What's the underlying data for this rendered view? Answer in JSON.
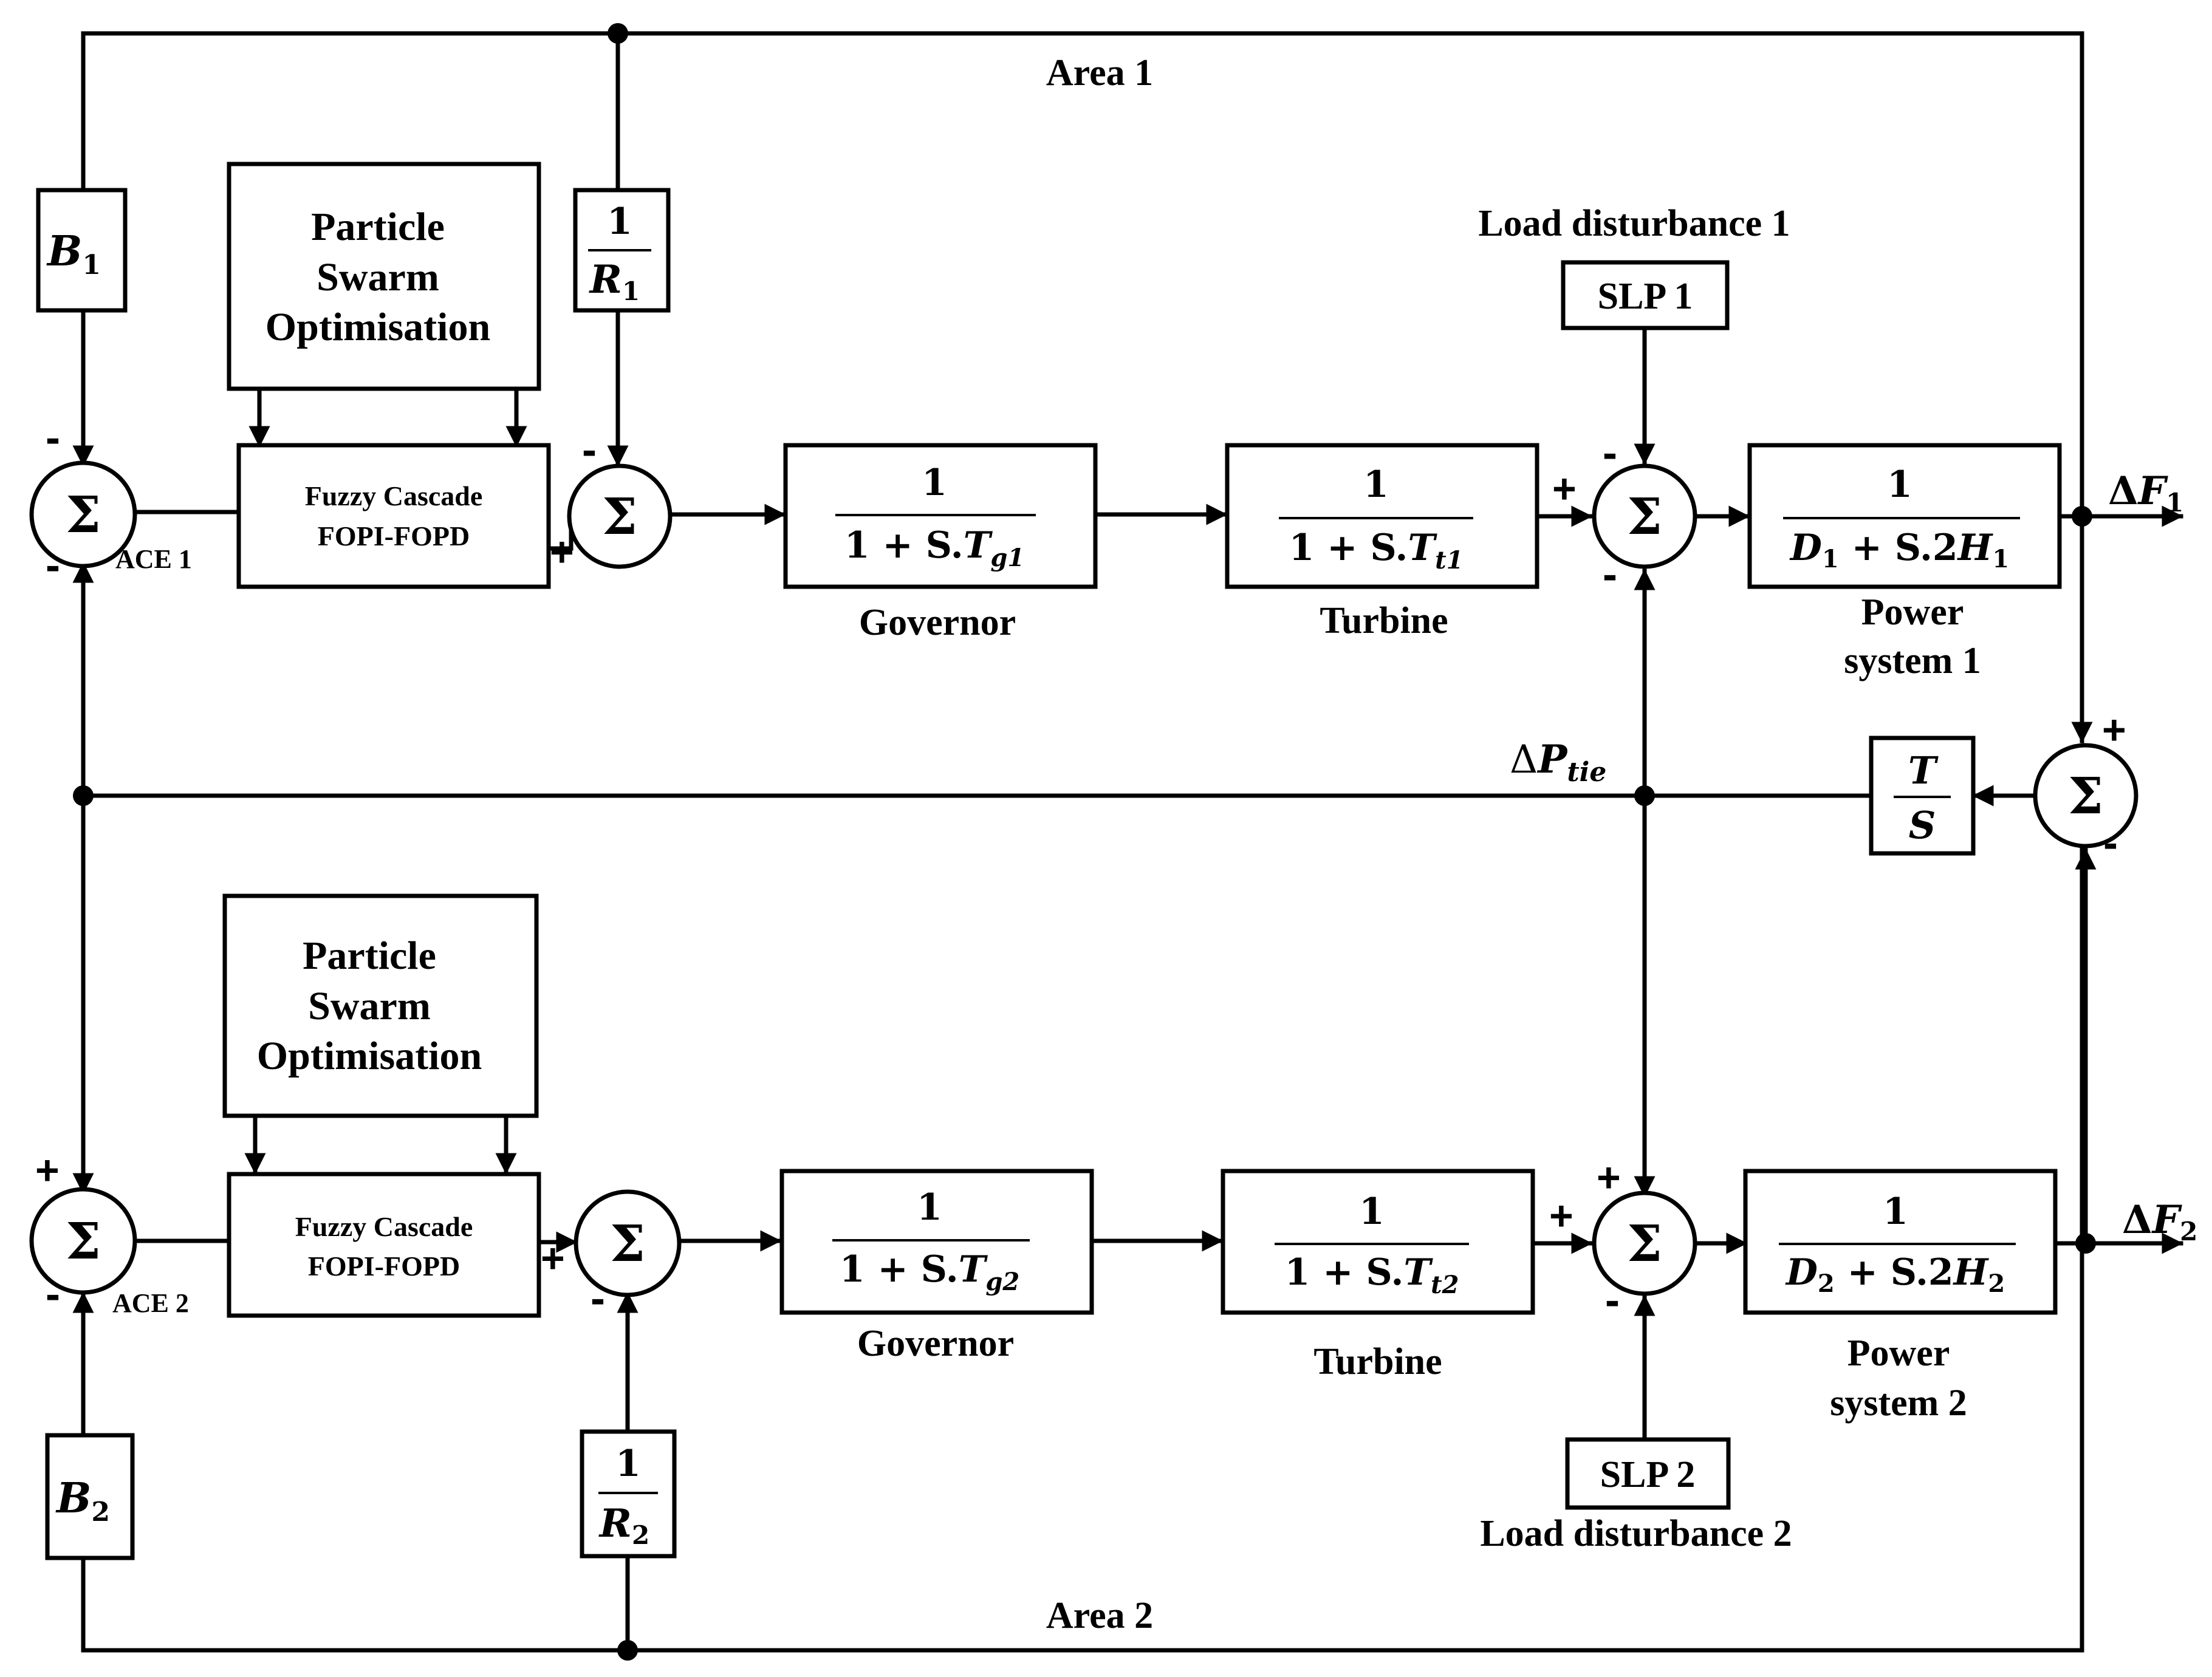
{
  "areas": {
    "area1": "Area 1",
    "area2": "Area 2"
  },
  "pso": {
    "line1": "Particle",
    "line2": "Swarm",
    "line3": "Optimisation"
  },
  "controller": {
    "line1": "Fuzzy Cascade",
    "line2": "FOPI-FOPD"
  },
  "ace": {
    "ace1": "ACE 1",
    "ace2": "ACE 2"
  },
  "sum_symbol": "Σ",
  "numerator": "1",
  "bias": {
    "b1_base": "B",
    "b1_sub": "1",
    "b2_base": "B",
    "b2_sub": "2"
  },
  "droop": {
    "r1_base": "R",
    "r1_sub": "1",
    "r2_base": "R",
    "r2_sub": "2"
  },
  "governor": {
    "label": "Governor",
    "den1_prefix": "1 + S.",
    "den1_var": "T",
    "den1_sub": "g1",
    "den2_prefix": "1 + S.",
    "den2_var": "T",
    "den2_sub": "g2"
  },
  "turbine": {
    "label": "Turbine",
    "den1_prefix": "1 + S.",
    "den1_var": "T",
    "den1_sub": "t1",
    "den2_prefix": "1 + S.",
    "den2_var": "T",
    "den2_sub": "t2"
  },
  "power_system": {
    "label1_line1": "Power",
    "label1_line2": "system 1",
    "label2_line1": "Power",
    "label2_line2": "system 2",
    "d1": "D",
    "d1_sub": "1",
    "d1_mid": " + S.2",
    "h1": "H",
    "h1_sub": "1",
    "d2": "D",
    "d2_sub": "2",
    "d2_mid": " + S.2",
    "h2": "H",
    "h2_sub": "2"
  },
  "load": {
    "slp1": "SLP 1",
    "slp2": "SLP 2",
    "dist1": "Load disturbance 1",
    "dist2": "Load disturbance 2"
  },
  "tie": {
    "delta": "Δ",
    "p_base": "P",
    "p_sub": "tie",
    "t_num": "T",
    "t_den": "S"
  },
  "outputs": {
    "delta": "Δ",
    "f_base": "F",
    "f1_sub": "1",
    "f2_sub": "2"
  },
  "signs": {
    "b1_in": "-",
    "ace1_bottom": "-",
    "r1_in": "-",
    "ctrl1_in": "+",
    "turb1_in": "+",
    "slp1_in": "-",
    "tie1_in": "-",
    "tie_sum_top": "+",
    "tie_sum_bottom": "-",
    "ace2_top": "+",
    "ace2_bottom": "-",
    "ctrl2_in": "+",
    "r2_in": "-",
    "tie2_in": "+",
    "turb2_in": "+",
    "slp2_in": "-"
  },
  "colors": {
    "line": "#000000",
    "background": "#ffffff"
  }
}
